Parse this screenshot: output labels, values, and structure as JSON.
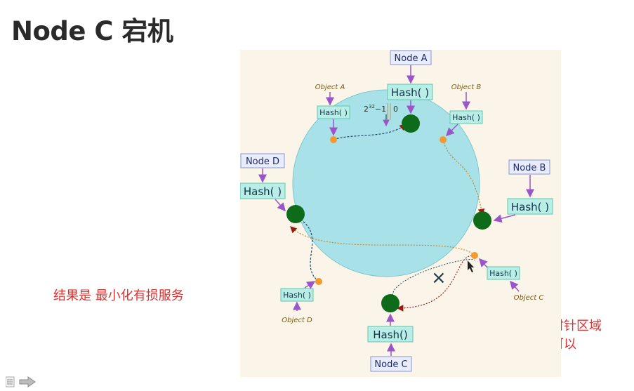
{
  "page": {
    "title": "Node C 宕机",
    "note_left": "结果是 最小化有损服务",
    "note_right_line1": "逆时针区域",
    "note_right_line2": "不可以"
  },
  "diagram": {
    "nodes": [
      {
        "id": "A",
        "label": "Node A",
        "hash": "Hash( )"
      },
      {
        "id": "B",
        "label": "Node B",
        "hash": "Hash( )"
      },
      {
        "id": "C",
        "label": "Node C",
        "hash": "Hash()"
      },
      {
        "id": "D",
        "label": "Node D",
        "hash": "Hash( )"
      }
    ],
    "objects": [
      {
        "id": "A",
        "label": "Object A",
        "hash": "Hash( )"
      },
      {
        "id": "B",
        "label": "Object B",
        "hash": "Hash( )"
      },
      {
        "id": "C",
        "label": "Object C",
        "hash": "Hash( )"
      },
      {
        "id": "D",
        "label": "Object D",
        "hash": "Hash( )"
      }
    ],
    "ring_top_label_base": "2",
    "ring_top_label_exp": "32",
    "ring_top_label_rest": "−1",
    "ring_zero_label": "0",
    "failed_marker": "×",
    "colors": {
      "ring_fill": "#a8e2e8",
      "node_fill": "#0d6b1a",
      "object_point": "#f29a30",
      "hash_box_fill": "#b9eee6",
      "hash_box_stroke": "#5fc6b0",
      "node_box_fill": "#e8ecfb",
      "node_box_stroke": "#8a95d8",
      "arrow_purple": "#9a55c8",
      "path_dark": "#224a6a",
      "path_dot": "#c68a2a",
      "arrow_red": "#9a1a10",
      "note_red": "#e03030"
    }
  }
}
